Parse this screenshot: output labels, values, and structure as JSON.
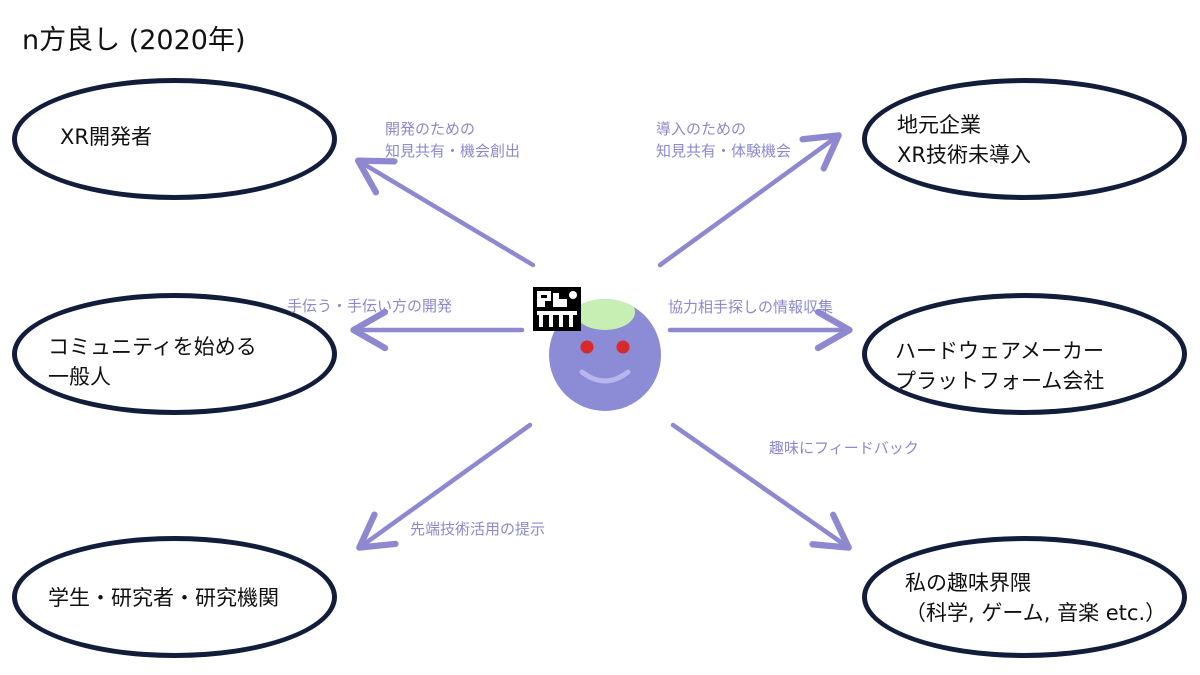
{
  "title": "n方良し (2020年)",
  "center": {
    "face_color": "#8b8bd6",
    "hair_color": "#c7efb4",
    "eye_color": "#d92a2a",
    "logo_icon": "pixel-art-logo"
  },
  "colors": {
    "arrow": "#8d88cf",
    "node_border": "#111d3a"
  },
  "nodes": {
    "xr_dev": {
      "lines": [
        "XR開発者"
      ]
    },
    "local": {
      "lines": [
        "地元企業",
        "XR技術未導入"
      ]
    },
    "community": {
      "lines": [
        "コミュニティを始める",
        "一般人"
      ]
    },
    "hardware": {
      "lines": [
        "ハードウェアメーカー",
        "プラットフォーム会社"
      ]
    },
    "students": {
      "lines": [
        "学生・研究者・研究機関"
      ]
    },
    "hobby": {
      "lines": [
        "私の趣味界隈",
        "（科学, ゲーム, 音楽 etc.）"
      ]
    }
  },
  "edges": {
    "xr_dev": {
      "lines": [
        "開発のための",
        "知見共有・機会創出"
      ]
    },
    "local": {
      "lines": [
        "導入のための",
        "知見共有・体験機会"
      ]
    },
    "community": {
      "lines": [
        "手伝う・手伝い方の開発"
      ]
    },
    "hardware": {
      "lines": [
        "協力相手探しの情報収集"
      ]
    },
    "students": {
      "lines": [
        "先端技術活用の提示"
      ]
    },
    "hobby": {
      "lines": [
        "趣味にフィードバック"
      ]
    }
  }
}
